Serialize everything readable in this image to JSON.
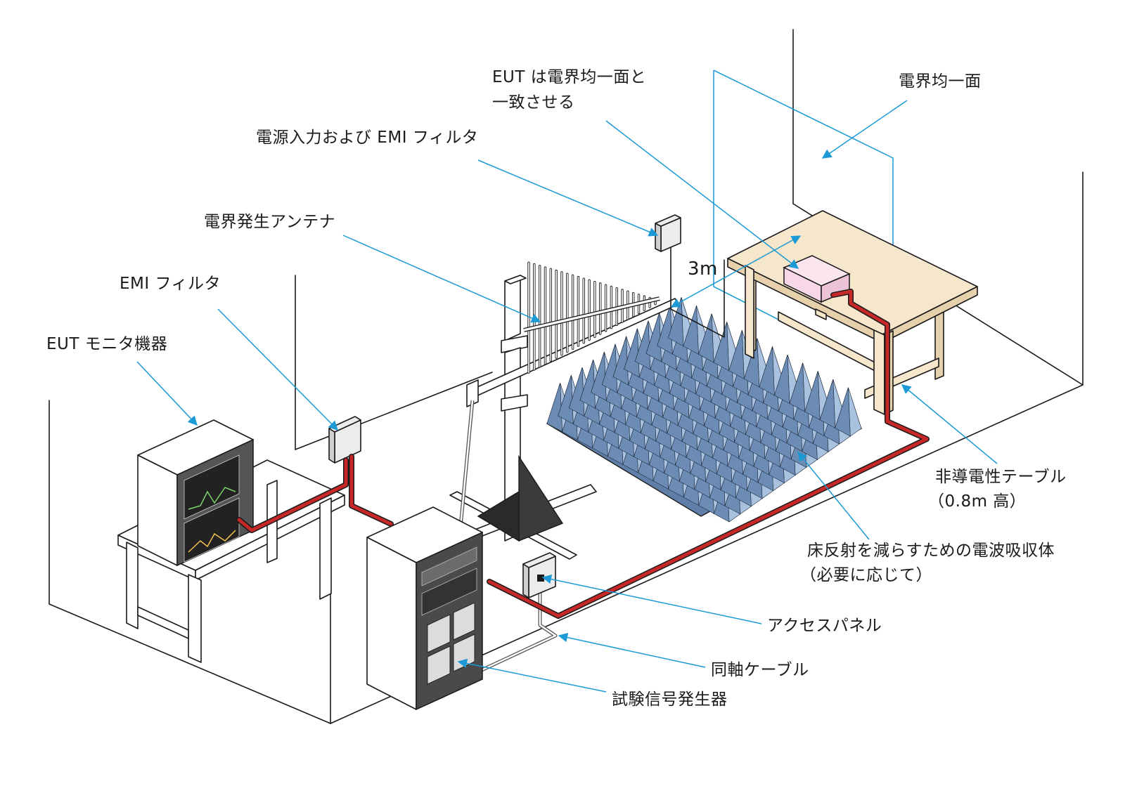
{
  "labels": {
    "eut_align_1": "EUT は電界均一面と",
    "eut_align_2": "一致させる",
    "uniform_field_plane": "電界均一面",
    "power_input_filter": "電源入力および EMI フィルタ",
    "field_antenna": "電界発生アンテナ",
    "emi_filter": "EMI フィルタ",
    "eut_monitor": "EUT モニタ機器",
    "distance": "3m",
    "nonconductive_table_1": "非導電性テーブル",
    "nonconductive_table_2": "（0.8m 高）",
    "absorber_1": "床反射を減らすための電波吸収体",
    "absorber_2": "（必要に応じて）",
    "access_panel": "アクセスパネル",
    "coax_cable": "同軸ケーブル",
    "signal_generator": "試験信号発生器"
  },
  "colors": {
    "callout": "#1b9ad6",
    "power_cable": "#c62828",
    "absorber": "#6f8fb8",
    "table_wood": "#f5e6cc",
    "eut": "#f8d7e6"
  },
  "icons": {
    "antenna": "log-periodic-antenna-icon",
    "absorber": "pyramid-absorber-icon",
    "filter": "filter-box-icon"
  }
}
